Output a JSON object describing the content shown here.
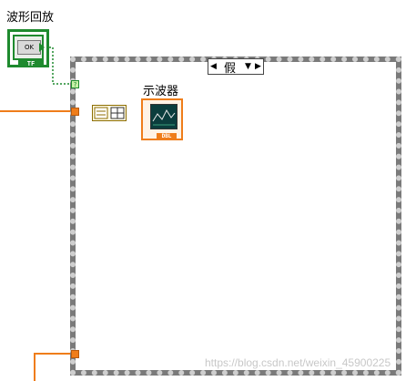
{
  "block_diagram": {
    "boolean_control": {
      "label": "波形回放",
      "button_text": "OK",
      "type_badge": "TF"
    },
    "case_structure": {
      "selector_value": "假",
      "left_arrow": "◀",
      "right_arrow": "▶",
      "dropdown": "▼"
    },
    "case_tunnel": {
      "glyph": "?"
    },
    "indicator": {
      "label": "示波器",
      "type_badge": "DBL"
    },
    "watermark": "https://blog.csdn.net/weixin_45900225"
  },
  "colors": {
    "boolean_wire": "#1e8a2e",
    "numeric_wire": "#ef7d1a",
    "frame": "#7a7a7a"
  }
}
